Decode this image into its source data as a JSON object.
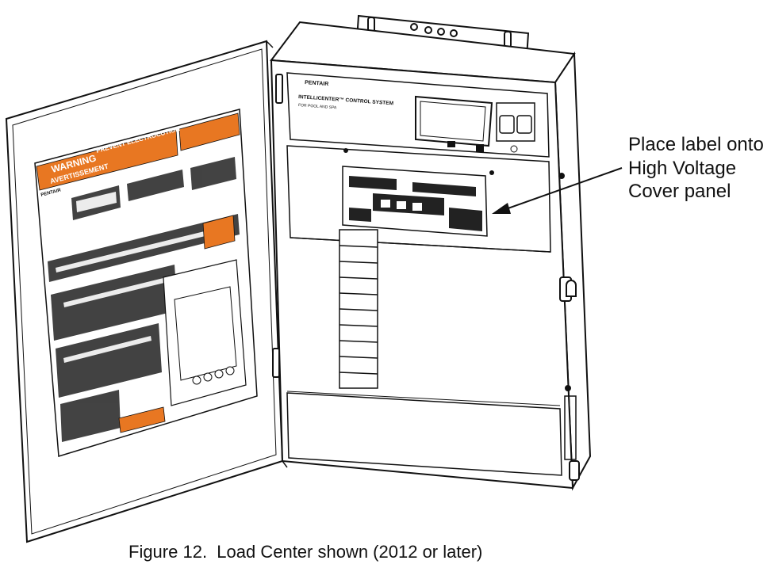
{
  "callout": {
    "lines": [
      "Place label onto",
      "High Voltage",
      "Cover panel"
    ]
  },
  "caption": "Figure 12.  Load Center shown (2012 or later)",
  "door_label": {
    "warning": "WARNING",
    "avertissement": "AVERTISSEMENT",
    "prevent": "PREVENT ELECTROCUTION",
    "brand": "PENTAIR"
  },
  "enclosure": {
    "brand": "PENTAIR",
    "product": "INTELLICENTER™ CONTROL SYSTEM",
    "subtitle": "FOR POOL AND SPA"
  },
  "colors": {
    "label_orange": "#e87722",
    "line": "#111111"
  }
}
